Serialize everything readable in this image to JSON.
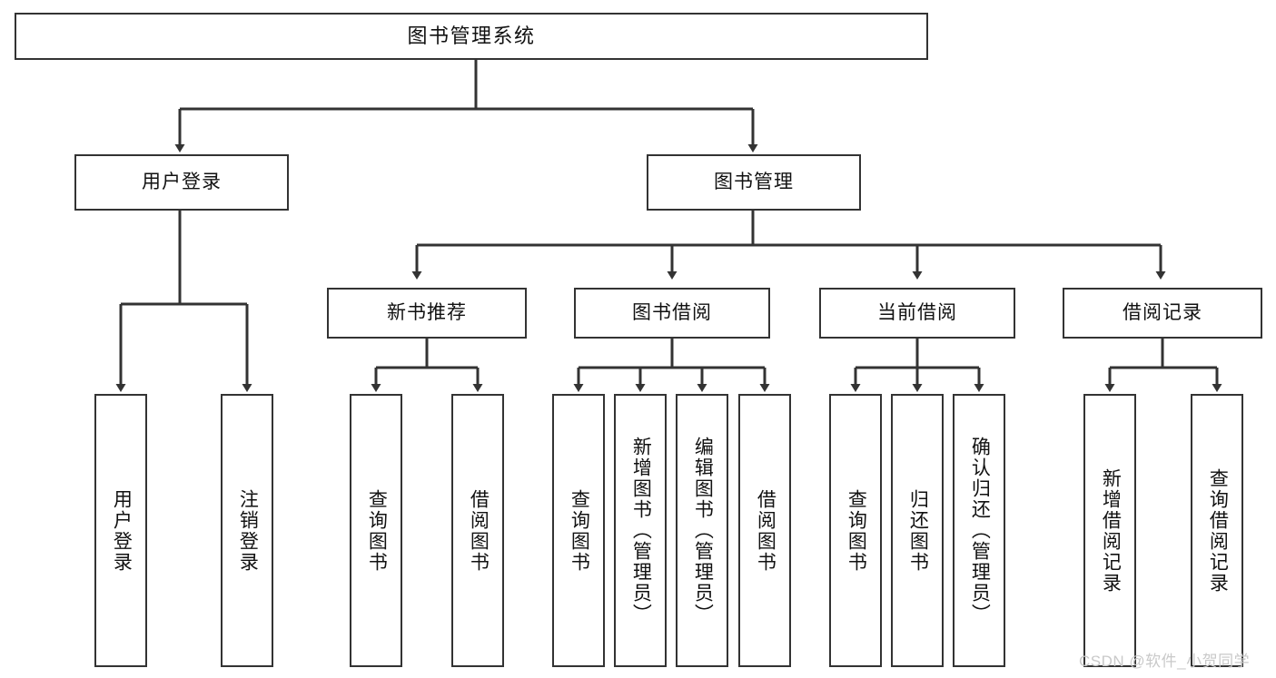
{
  "diagram": {
    "title": "图书管理系统",
    "watermark": "CSDN @软件_小贺同学",
    "line_color": "#333333",
    "box_fill": "#ffffff",
    "text_color": "#111111",
    "watermark_color": "#c9c9c9"
  },
  "levels": {
    "root": {
      "label": "图书管理系统"
    },
    "level2": [
      {
        "label": "用户登录"
      },
      {
        "label": "图书管理"
      }
    ],
    "level3": [
      {
        "label": "新书推荐"
      },
      {
        "label": "图书借阅"
      },
      {
        "label": "当前借阅"
      },
      {
        "label": "借阅记录"
      }
    ],
    "leaves": {
      "user_login": [
        {
          "label": "用户登录"
        },
        {
          "label": "注销登录"
        }
      ],
      "new_book_recommend": [
        {
          "label": "查询图书"
        },
        {
          "label": "借阅图书"
        }
      ],
      "book_borrow": [
        {
          "label": "查询图书"
        },
        {
          "label": "新增图书（管理员）"
        },
        {
          "label": "编辑图书（管理员）"
        },
        {
          "label": "借阅图书"
        }
      ],
      "current_borrow": [
        {
          "label": "查询图书"
        },
        {
          "label": "归还图书"
        },
        {
          "label": "确认归还（管理员）"
        }
      ],
      "borrow_record": [
        {
          "label": "新增借阅记录"
        },
        {
          "label": "查询借阅记录"
        }
      ]
    }
  }
}
